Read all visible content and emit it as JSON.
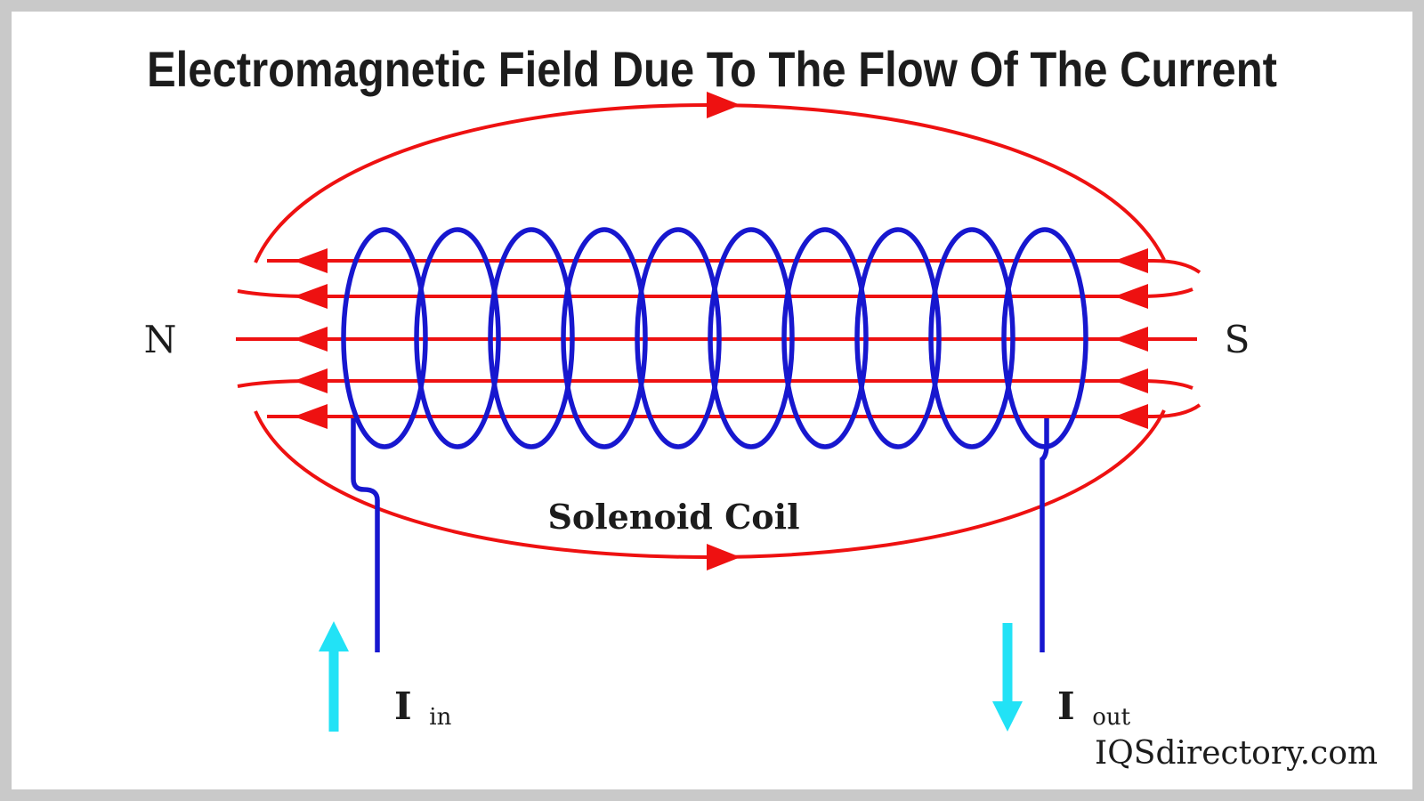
{
  "title": "Electromagnetic Field Due To The Flow Of The Current",
  "labels": {
    "north_pole": "N",
    "south_pole": "S",
    "coil": "Solenoid Coil",
    "current_in": {
      "symbol": "I",
      "sub": "in"
    },
    "current_out": {
      "symbol": "I",
      "sub": "out"
    },
    "watermark": "IQSdirectory.com"
  },
  "colors": {
    "field_red": "#ee1111",
    "coil_blue": "#1717cf",
    "arrow_cyan": "#22e2f6",
    "text_black": "#1c1c1c",
    "frame_gray": "#c9c9c9"
  }
}
